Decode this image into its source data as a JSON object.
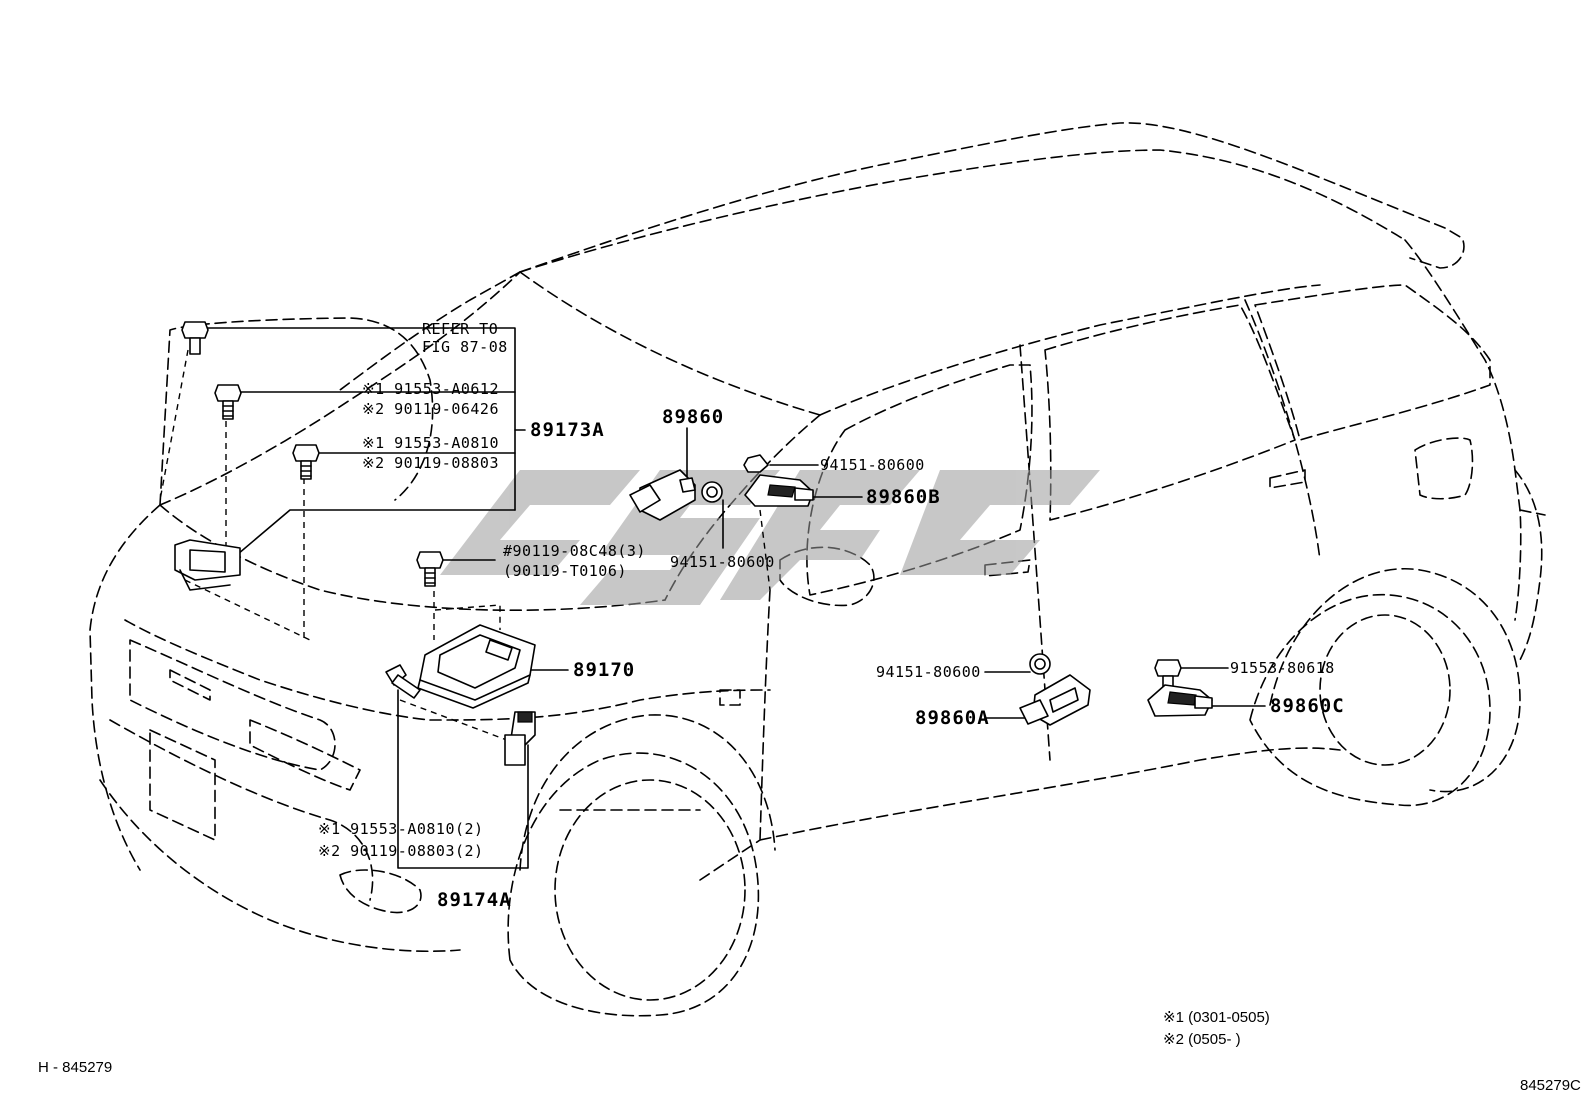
{
  "watermark": "csgc",
  "refer": {
    "line1": "REFER TO",
    "line2": "FIG 87-08"
  },
  "bolts_upper": {
    "a_1": "※1 91553-A0612",
    "a_2": "※2 90119-06426",
    "b_1": "※1 91553-A0810",
    "b_2": "※2 90119-08803",
    "group": "89173A"
  },
  "sensor_center": {
    "bolt_1": "#90119-08C48(3)",
    "bolt_2": "(90119-T0106)",
    "unit": "89170"
  },
  "lower_bolts": {
    "line_1": "※1 91553-A0810(2)",
    "line_2": "※2 90119-08803(2)",
    "group": "89174A"
  },
  "side_sensors": {
    "s_89860": "89860",
    "nut_top": "94151-80600",
    "nut_left": "94151-80600",
    "s_89860b": "89860B",
    "nut_rear": "94151-80600",
    "s_89860a": "89860A",
    "bolt_rear": "91553-80618",
    "s_89860c": "89860C"
  },
  "notes": {
    "n1": "※1  (0301-0505)",
    "n2": "※2  (0505-        )"
  },
  "footer": {
    "left": "H - 845279",
    "right": "845279C"
  }
}
